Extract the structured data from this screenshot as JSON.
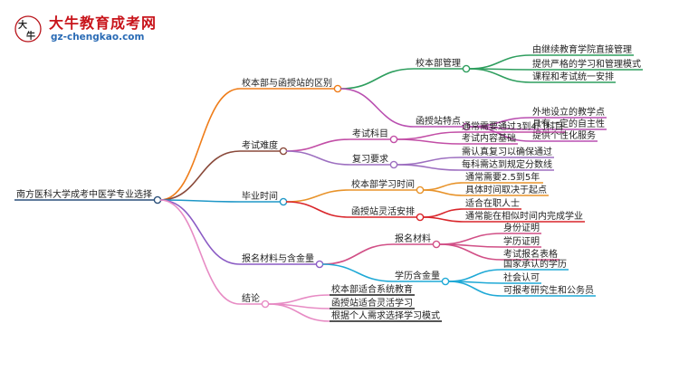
{
  "logo": {
    "icon_glyph": "大牛",
    "title": "大牛教育成考网",
    "url": "gz-chengkao.com"
  },
  "mindmap": {
    "root": "南方医科大学成考中医学专业选择",
    "branches": [
      {
        "label": "校本部与函授站的区别",
        "color": "#ef7d1a",
        "children": [
          {
            "label": "校本部管理",
            "color": "#2e9e5e",
            "leaves": [
              "由继续教育学院直接管理",
              "提供严格的学习和管理模式",
              "课程和考试统一安排"
            ]
          },
          {
            "label": "函授站特点",
            "color": "#b94fb0",
            "leaves": [
              "外地设立的教学点",
              "具有一定的自主性",
              "提供个性化服务"
            ]
          }
        ]
      },
      {
        "label": "考试难度",
        "color": "#8a4a3b",
        "children": [
          {
            "label": "考试科目",
            "color": "#c24ea6",
            "leaves": [
              "通常需要通过3到4门科目",
              "考试内容基础"
            ]
          },
          {
            "label": "复习要求",
            "color": "#9d6fc0",
            "leaves": [
              "需认真复习以确保通过",
              "每科需达到规定分数线"
            ]
          }
        ]
      },
      {
        "label": "毕业时间",
        "color": "#1f97c7",
        "children": [
          {
            "label": "校本部学习时间",
            "color": "#e8932a",
            "leaves": [
              "通常需要2.5到5年",
              "具体时间取决于起点"
            ]
          },
          {
            "label": "函授站灵活安排",
            "color": "#d9252a",
            "leaves": [
              "适合在职人士",
              "通常能在相似时间内完成学业"
            ]
          }
        ]
      },
      {
        "label": "报名材料与含金量",
        "color": "#8a5ac4",
        "children": [
          {
            "label": "报名材料",
            "color": "#d14f86",
            "leaves": [
              "身份证明",
              "学历证明",
              "考试报名表格"
            ]
          },
          {
            "label": "学历含金量",
            "color": "#1fa9d6",
            "leaves": [
              "国家承认的学历",
              "社会认可",
              "可报考研究生和公务员"
            ]
          }
        ]
      },
      {
        "label": "结论",
        "color": "#e78bc4",
        "children": [
          {
            "label": "校本部适合系统教育",
            "color": "#1b1b1b",
            "leaves": []
          },
          {
            "label": "函授站适合灵活学习",
            "color": "#1b1b1b",
            "leaves": []
          },
          {
            "label": "根据个人需求选择学习模式",
            "color": "#1b1b1b",
            "leaves": []
          }
        ]
      }
    ]
  }
}
